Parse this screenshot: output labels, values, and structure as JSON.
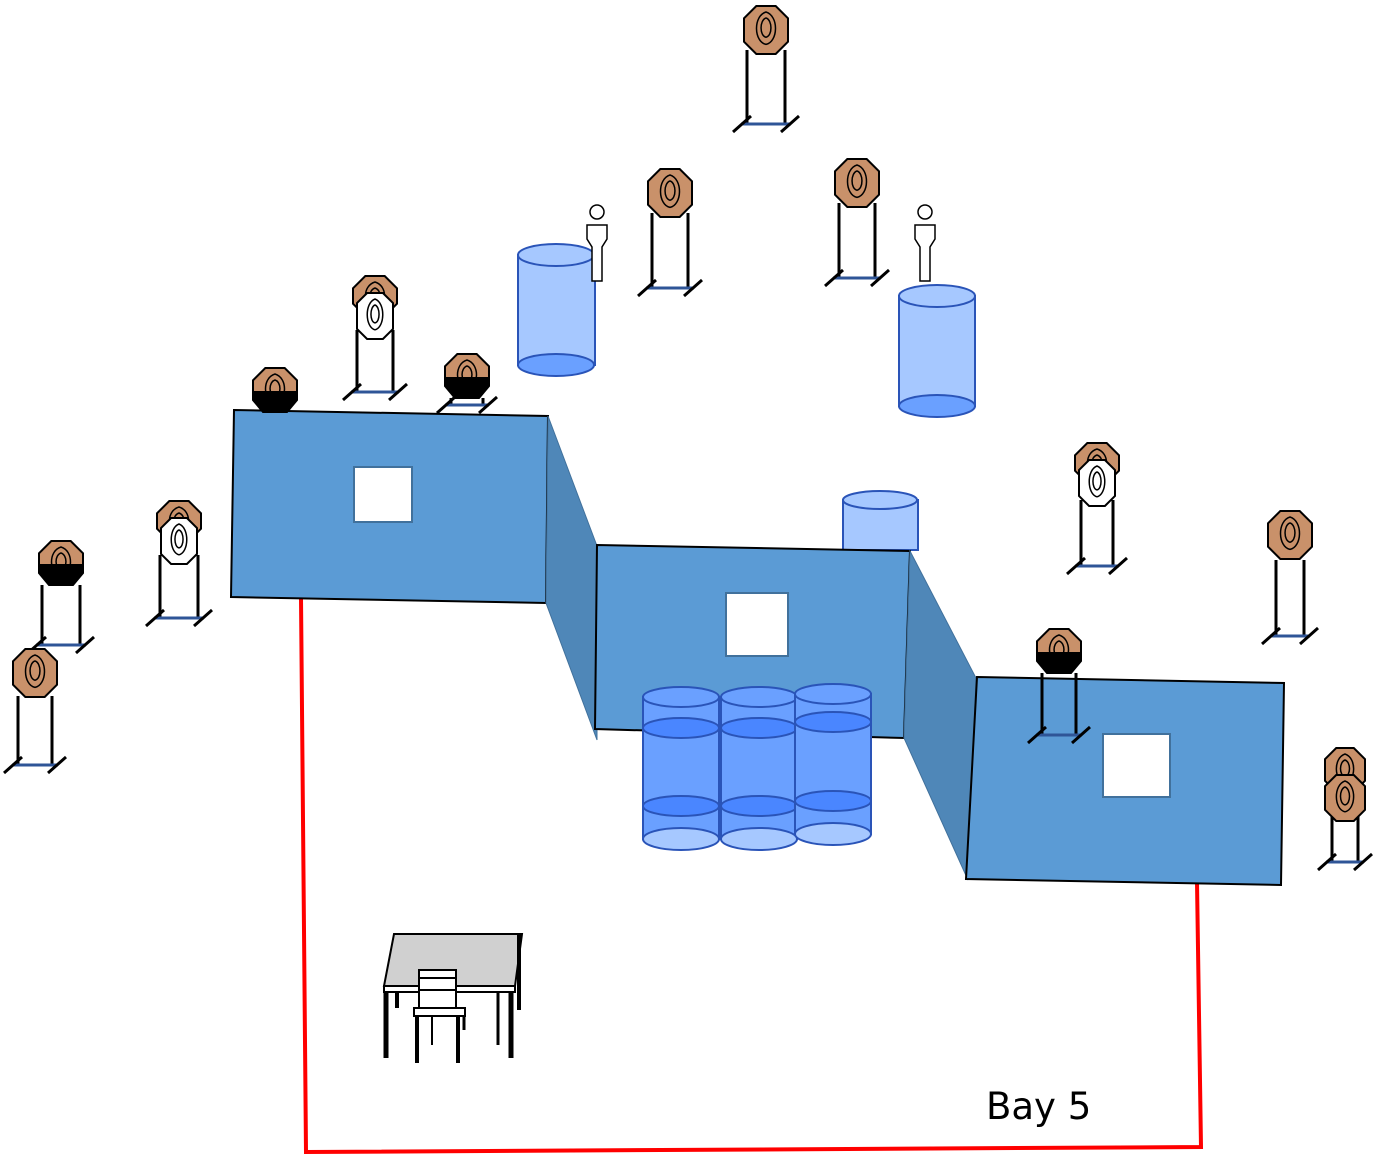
{
  "stage": {
    "bay_label": "Bay 5"
  },
  "colors": {
    "wall_fill": "#5b9bd5",
    "wall_stroke": "#000000",
    "fault_line": "#ff0000",
    "barrel_fill": "#a6c8ff",
    "barrel_fill_dark": "#6aa0ff",
    "barrel_stroke": "#2a54b8",
    "target_tan": "#c9916a",
    "target_white": "#ffffff",
    "target_black": "#000000",
    "table_top": "#d0d0d0"
  },
  "legend": {
    "items": [
      {
        "kind": "paper-target",
        "name": "tan-paper-target-icon"
      },
      {
        "kind": "no-shoot-target",
        "name": "white-no-shoot-target-icon"
      },
      {
        "kind": "partial-black-target",
        "name": "black-hardcover-target-icon"
      },
      {
        "kind": "steel-popper",
        "name": "popper-icon"
      },
      {
        "kind": "barrel",
        "name": "barrel-icon"
      },
      {
        "kind": "wall",
        "name": "wall-icon"
      },
      {
        "kind": "table-chair",
        "name": "table-chair-icon"
      }
    ]
  }
}
